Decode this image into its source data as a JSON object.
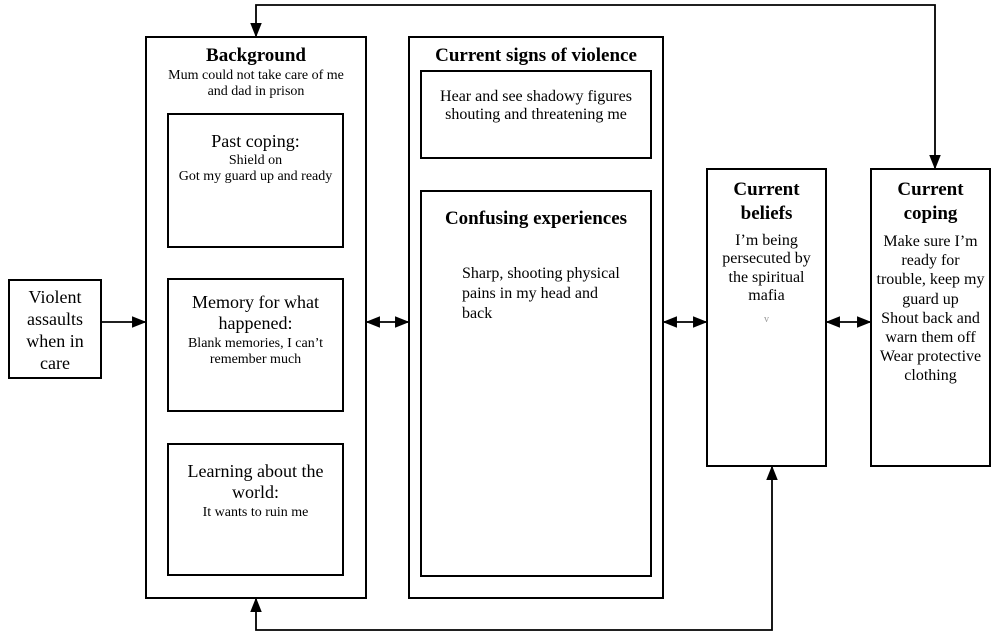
{
  "violent": {
    "text": "Violent assaults when in care"
  },
  "background": {
    "title": "Background",
    "subtitle": "Mum could not take care of me and dad in prison",
    "past_coping": {
      "heading": "Past coping:",
      "body": "Shield on\nGot my guard up and ready"
    },
    "memory": {
      "heading": "Memory for what happened:",
      "body": "Blank memories, I can’t remember much"
    },
    "learning": {
      "heading": "Learning about the world:",
      "body": "It wants to ruin me"
    }
  },
  "signs": {
    "title": "Current signs of violence",
    "hear_see": "Hear and see shadowy figures shouting and threatening me",
    "confusing_title": "Confusing experiences",
    "confusing_body": "Sharp, shooting physical pains in my head and back"
  },
  "beliefs": {
    "title": "Current beliefs",
    "body": "I’m being persecuted by the spiritual mafia",
    "mark": "v"
  },
  "coping": {
    "title": "Current coping",
    "body": "Make sure I’m ready for trouble, keep my guard up\nShout back and warn them off\nWear protective clothing"
  }
}
